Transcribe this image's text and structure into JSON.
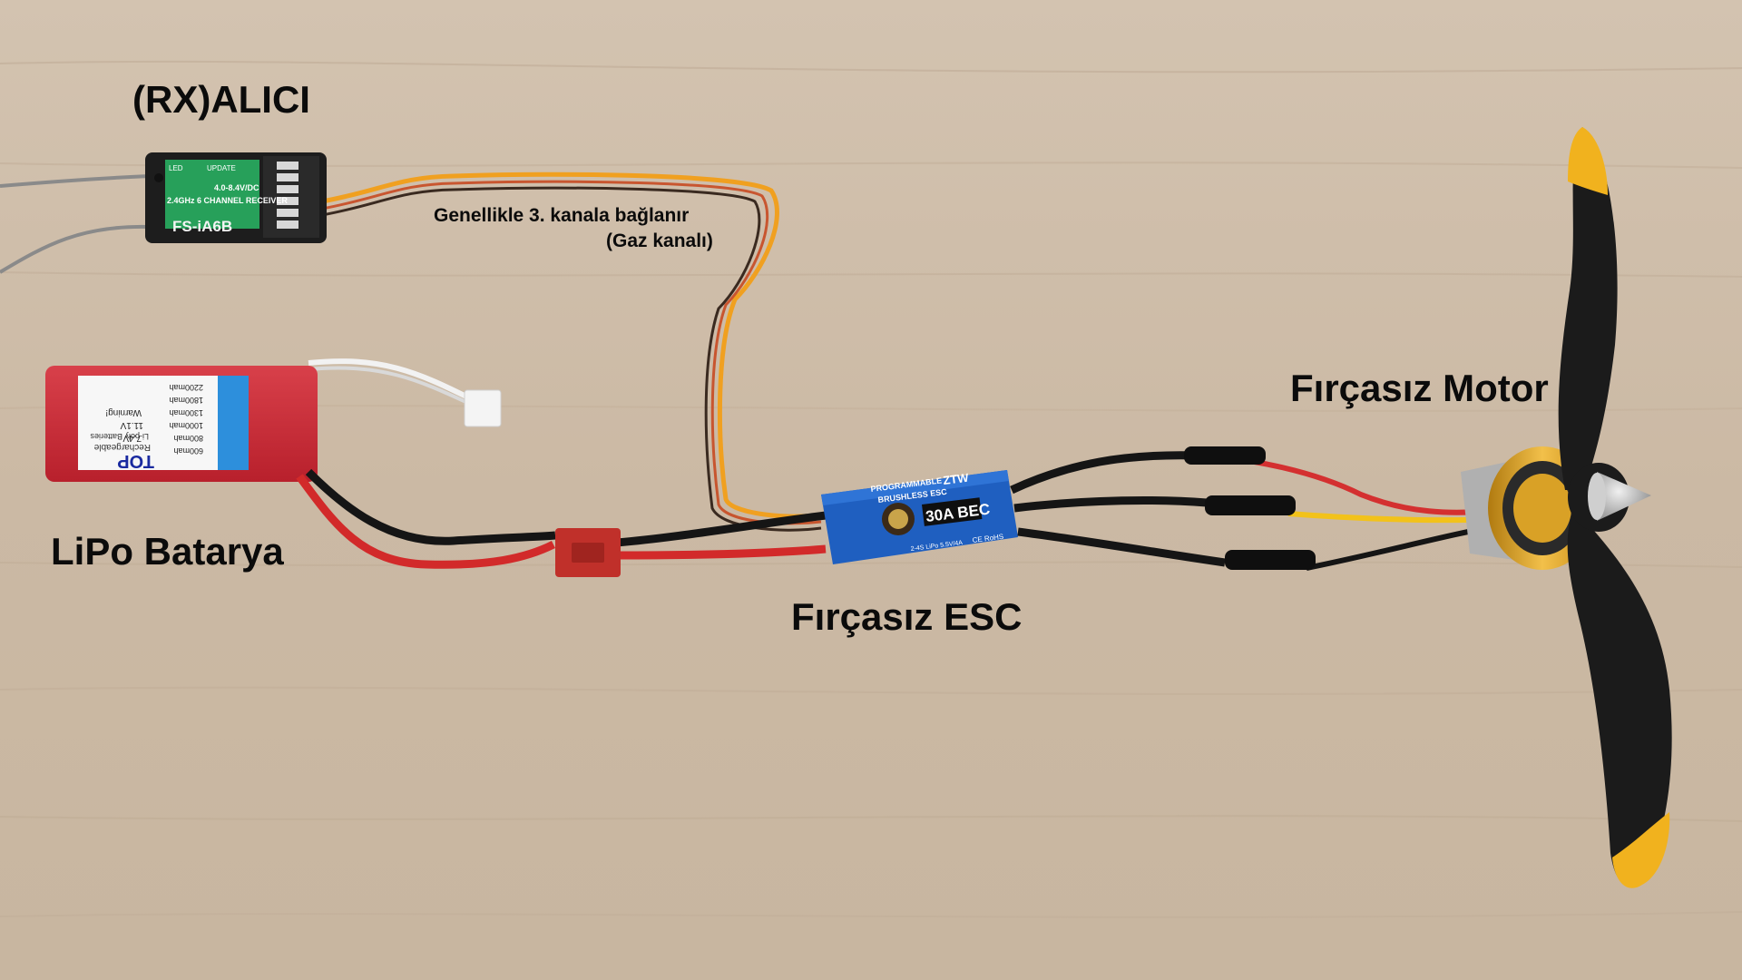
{
  "labels": {
    "receiver": "(RX)ALICI",
    "channel_note_line1": "Genellikle 3. kanala bağlanır",
    "channel_note_line2": "(Gaz kanalı)",
    "battery": "LiPo Batarya",
    "esc": "Fırçasız ESC",
    "motor": "Fırçasız Motor"
  },
  "receiver": {
    "model": "FS-iA6B",
    "band": "2.4GHz 6 CHANNEL RECEIVER",
    "voltage": "4.0-8.4V/DC",
    "led_label": "LED",
    "update_label": "UPDATE"
  },
  "battery": {
    "brand": "TOP",
    "subtitle": "Rechargeable",
    "subtitle2": "Li-poly Batteries",
    "warning": "Warning!",
    "capacities": [
      "2200mah",
      "1800mah",
      "1300mah",
      "1000mah",
      "800mah",
      "600mah"
    ],
    "voltages": [
      "11.1V",
      "7.4V"
    ]
  },
  "esc": {
    "brand": "ZTW",
    "line1": "PROGRAMMABLE",
    "line2": "BRUSHLESS ESC",
    "rating": "30A BEC",
    "cells": "2-4S LiPo 5.5V/4A",
    "marks": "CE RoHS"
  },
  "colors": {
    "wood": "#cdbca8",
    "battery_red": "#c92a35",
    "esc_blue": "#1f5fc0",
    "motor_gold": "#e0a428",
    "prop_black": "#1b1b1b",
    "prop_tip_yellow": "#f1b21e",
    "signal_wire": "#f0a020",
    "receiver_green": "#27a05a"
  }
}
